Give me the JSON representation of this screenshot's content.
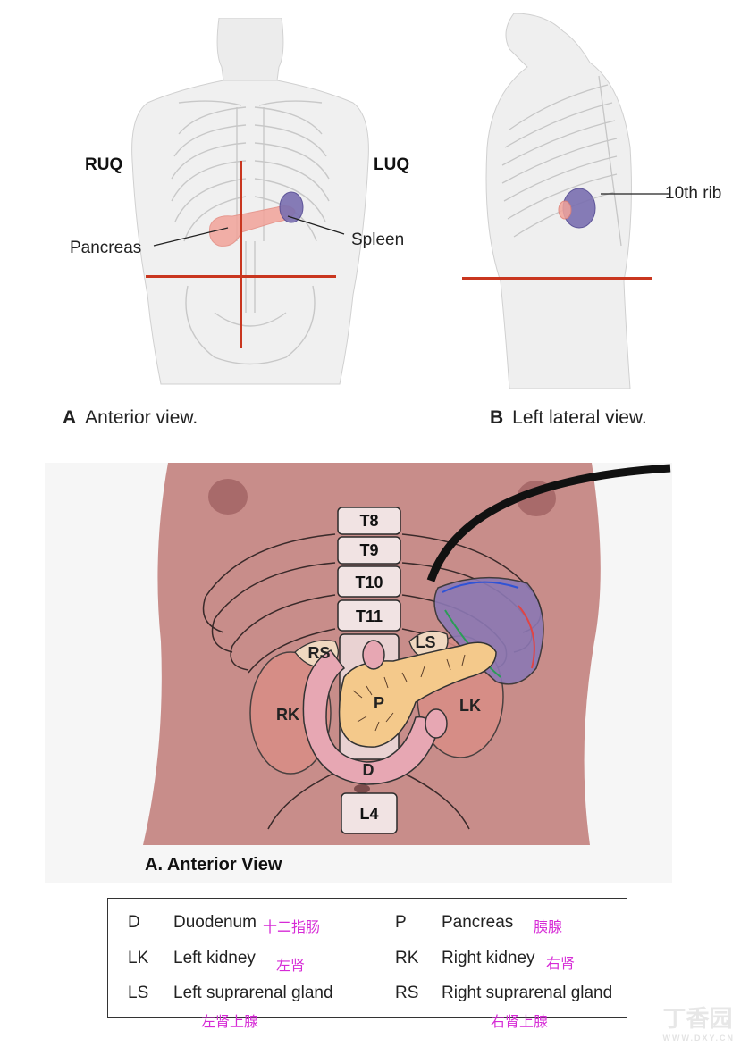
{
  "top_left": {
    "quadrant_right": "RUQ",
    "quadrant_left": "LUQ",
    "label_pancreas": "Pancreas",
    "label_spleen": "Spleen",
    "caption_letter": "A",
    "caption_text": "Anterior view."
  },
  "top_right": {
    "label_rib": "10th rib",
    "caption_letter": "B",
    "caption_text": "Left lateral view."
  },
  "bottom_figure": {
    "vertebrae": [
      "T8",
      "T9",
      "T10",
      "T11",
      "L4"
    ],
    "organs": {
      "rs": "RS",
      "ls": "LS",
      "rk": "RK",
      "lk": "LK",
      "p": "P",
      "d": "D"
    },
    "caption": "A. Anterior View"
  },
  "legend": [
    {
      "abbr": "D",
      "name": "Duodenum",
      "cn": "十二指肠"
    },
    {
      "abbr": "P",
      "name": "Pancreas",
      "cn": "胰腺"
    },
    {
      "abbr": "LK",
      "name": "Left kidney",
      "cn": "左肾"
    },
    {
      "abbr": "RK",
      "name": "Right kidney",
      "cn": "右肾"
    },
    {
      "abbr": "LS",
      "name": "Left suprarenal gland",
      "cn": "左肾上腺"
    },
    {
      "abbr": "RS",
      "name": "Right suprarenal gland",
      "cn": "右肾上腺"
    }
  ],
  "watermark": {
    "text": "丁香园",
    "sub": "WWW.DXY.CN"
  },
  "colors": {
    "red_line": "#c9361f",
    "spleen": "#7a6fb0",
    "pancreas_pink": "#f2a39a",
    "skin": "#c88d8a",
    "pancreas_yellow": "#f4c98b",
    "legend_cn": "#d62ad6"
  }
}
